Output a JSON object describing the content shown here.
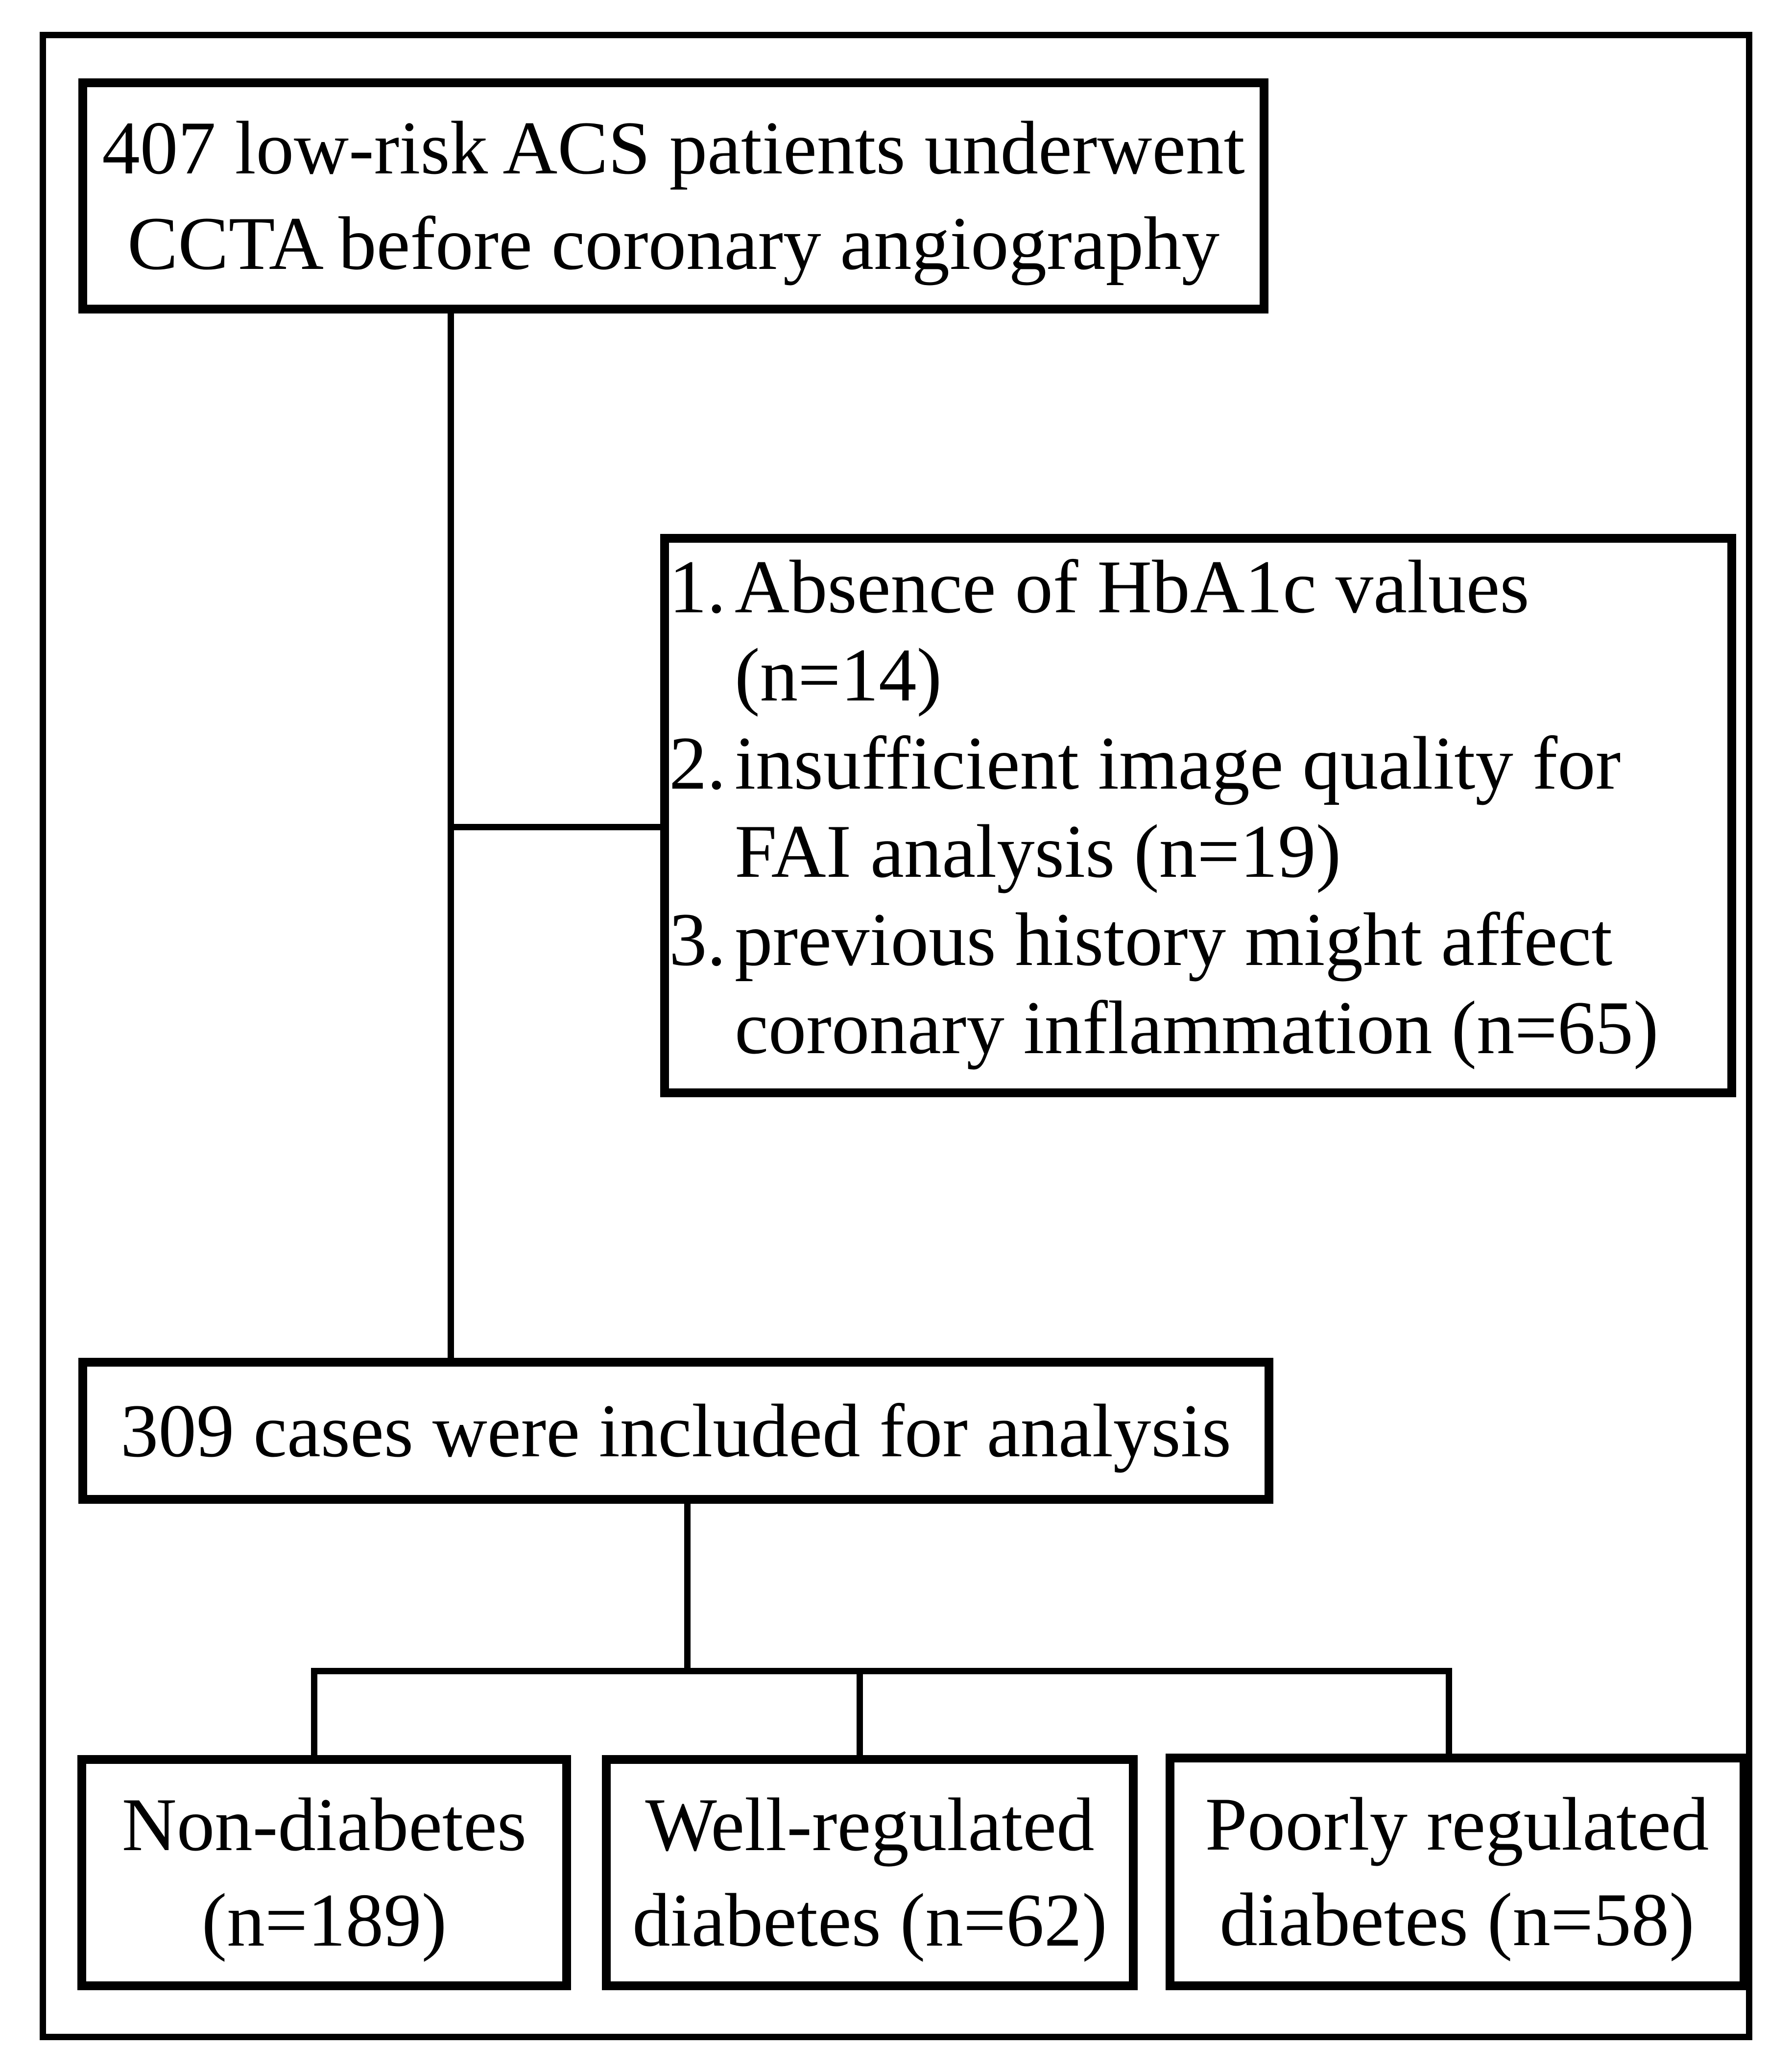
{
  "colors": {
    "ink": "#000000",
    "background": "#ffffff"
  },
  "flowchart": {
    "enrollment": {
      "lines": [
        "407 low-risk ACS patients underwent",
        "CCTA before coronary angiography"
      ]
    },
    "exclusions": {
      "items": [
        {
          "number": "1.",
          "lines": [
            "Absence of HbA1c values",
            "(n=14)"
          ]
        },
        {
          "number": "2.",
          "lines": [
            "insufficient image quality for",
            "FAI analysis (n=19)"
          ]
        },
        {
          "number": "3.",
          "lines": [
            "previous history might affect",
            "coronary inflammation (n=65)"
          ]
        }
      ]
    },
    "included": {
      "lines": [
        "309 cases were included for analysis"
      ]
    },
    "groups": [
      {
        "lines": [
          "Non-diabetes",
          "(n=189)"
        ]
      },
      {
        "lines": [
          "Well-regulated",
          "diabetes (n=62)"
        ]
      },
      {
        "lines": [
          "Poorly regulated",
          "diabetes (n=58)"
        ]
      }
    ]
  }
}
